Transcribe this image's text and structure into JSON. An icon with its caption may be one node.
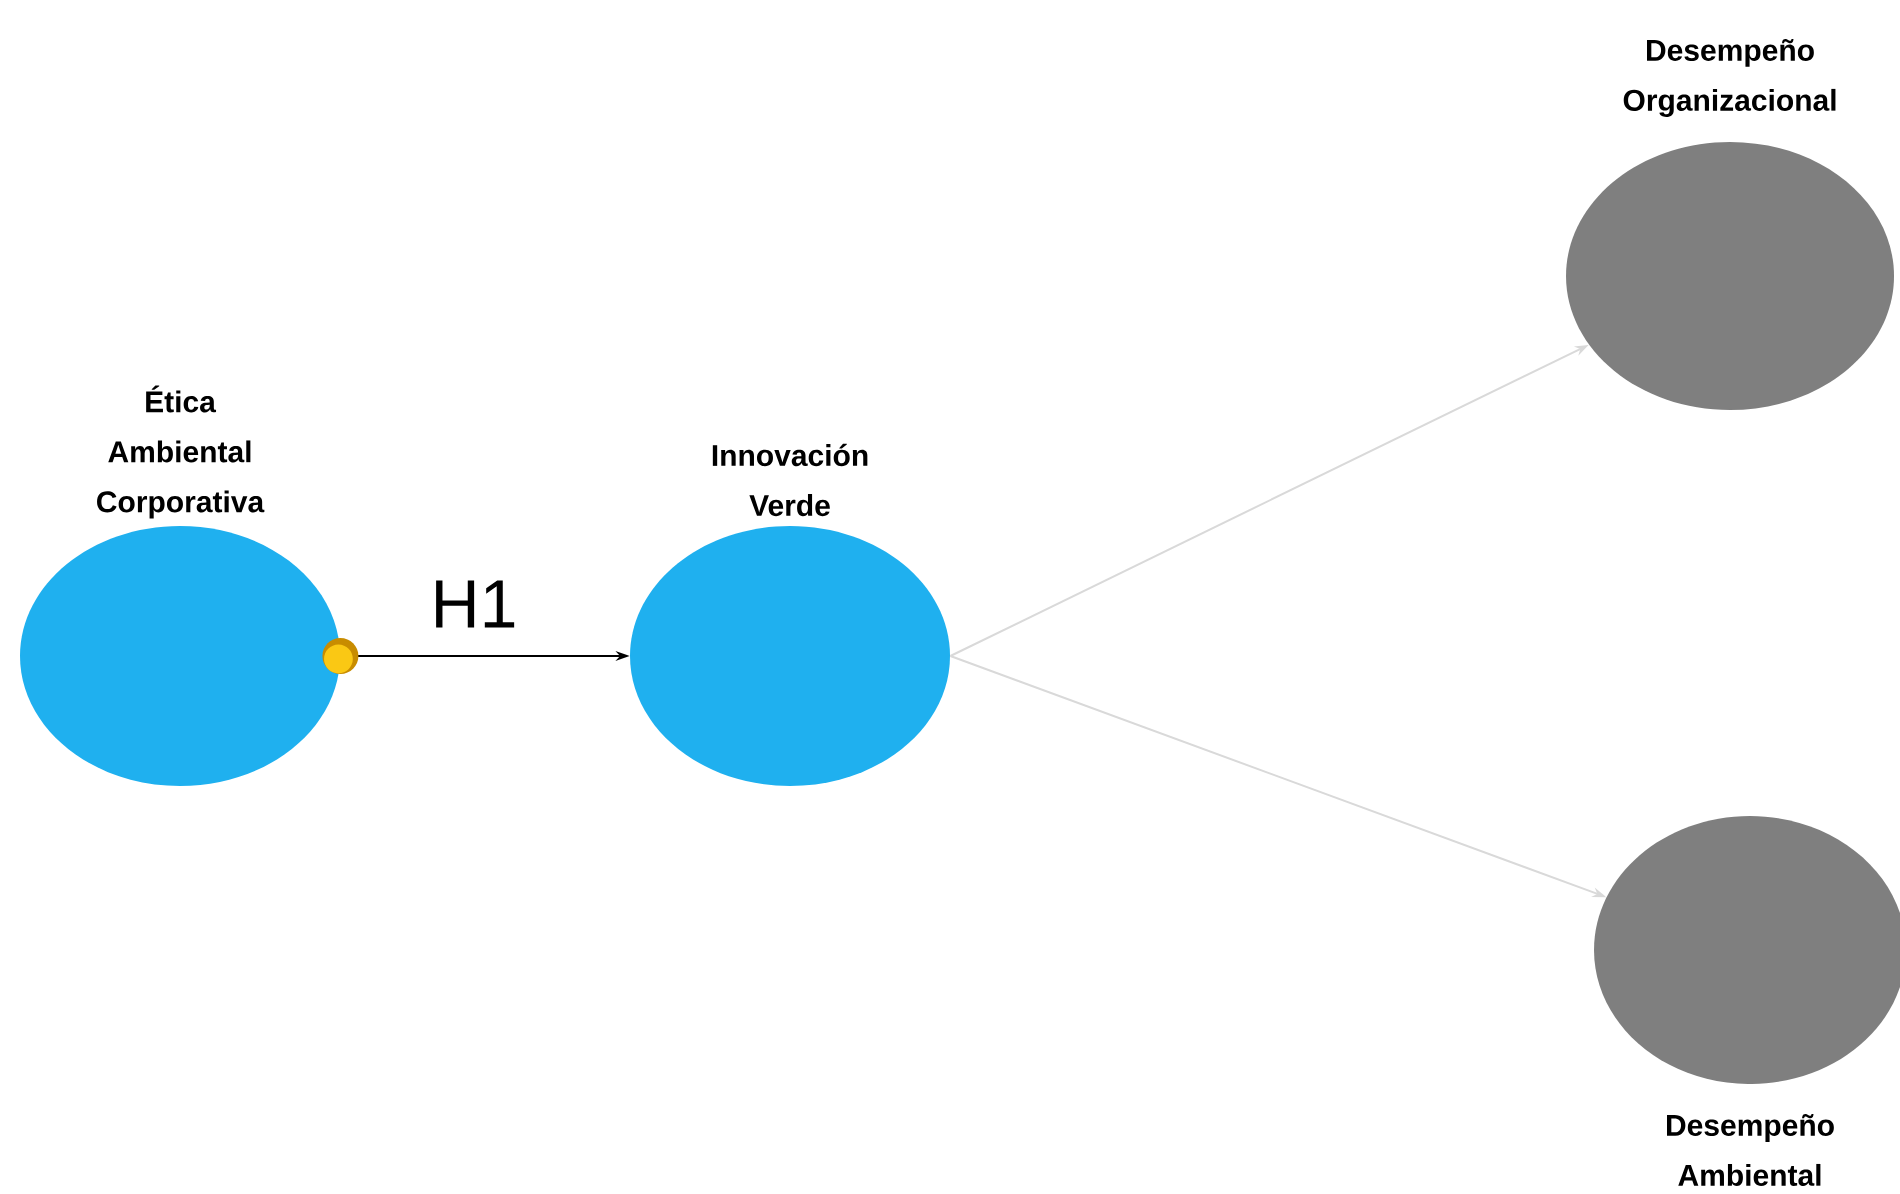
{
  "diagram": {
    "nodes": [
      {
        "text": [
          "Ética Ambiental Corporativa"
        ]
      },
      {
        "text": [
          "Innovación Verde"
        ]
      },
      {
        "text": [
          "Desempeño Organizacional"
        ]
      },
      {
        "text": [
          "Desempeño Ambiental"
        ]
      }
    ],
    "edges": [
      {
        "from": 0,
        "to": 1,
        "arrow": "to",
        "label": "H1",
        "color": "#000000"
      },
      {
        "from": 1,
        "to": 2,
        "arrow": "to"
      },
      {
        "from": 1,
        "to": 3,
        "arrow": "to"
      }
    ]
  }
}
